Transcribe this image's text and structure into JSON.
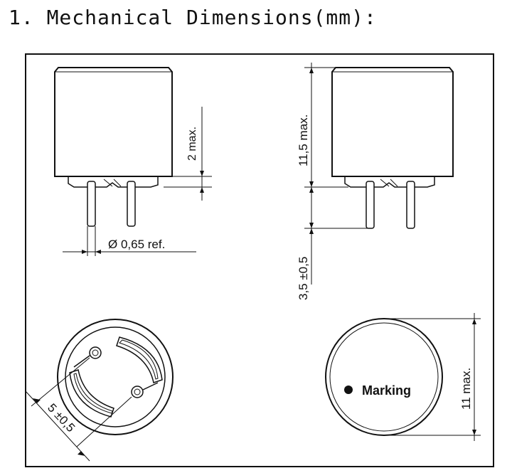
{
  "title": "1. Mechanical Dimensions(mm):",
  "front_view": {
    "height_above_board": "2 max.",
    "pin_diameter": "Ø 0,65 ref."
  },
  "side_view": {
    "body_height": "11,5 max.",
    "pin_length": "3,5 ±0,5"
  },
  "bottom_view": {
    "pin_spacing": "5 ±0,5"
  },
  "top_view": {
    "marking": "Marking",
    "diameter": "11 max."
  }
}
